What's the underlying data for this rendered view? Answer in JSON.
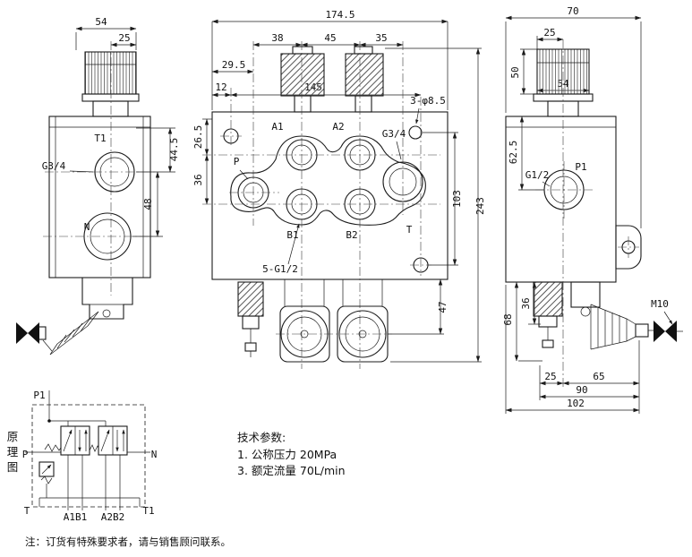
{
  "left_view": {
    "dim_width_top": "54",
    "dim_cap": "25",
    "dim_port1_height": "44.5",
    "dim_port_spacing": "48",
    "port_t1": "T1",
    "port_g34": "G3/4",
    "port_n": "N"
  },
  "front_view": {
    "dim_total_width": "174.5",
    "dim_seg1": "38",
    "dim_seg2": "45",
    "dim_seg3": "35",
    "dim_left_offset": "29.5",
    "dim_hole_offset": "12",
    "dim_hole_span": "145",
    "dim_row1": "26.5",
    "dim_row2": "36",
    "dim_hole_height": "103",
    "dim_total_height": "243",
    "dim_cap_bottom": "47",
    "port_a1": "A1",
    "port_a2": "A2",
    "port_g34": "G3/4",
    "port_p": "P",
    "port_b1": "B1",
    "port_b2": "B2",
    "port_t": "T",
    "callout_holes": "3-φ8.5",
    "callout_ports": "5-G1/2"
  },
  "right_view": {
    "dim_total_width": "70",
    "dim_cap_offset": "25",
    "dim_cap_height": "50",
    "dim_cap_width": "54",
    "dim_port_height": "62.5",
    "port_g12": "G1/2",
    "port_p1": "P1",
    "thread_m10": "M10",
    "dim_block": "36",
    "dim_handle_height": "68",
    "dim_b25": "25",
    "dim_b65": "65",
    "dim_b90": "90",
    "dim_b102": "102"
  },
  "schematic": {
    "title_char1": "原",
    "title_char2": "理",
    "title_char3": "图",
    "port_p1": "P1",
    "port_p": "P",
    "port_n": "N",
    "port_t": "T",
    "port_t1": "T1",
    "ports_v1": "A1B1",
    "ports_v2": "A2B2"
  },
  "tech_params": {
    "title": "技术参数:",
    "item1": "1. 公称压力  20MPa",
    "item2": "3. 额定流量  70L/min"
  },
  "footnote": "注：订货有特殊要求者，请与销售顾问联系。"
}
